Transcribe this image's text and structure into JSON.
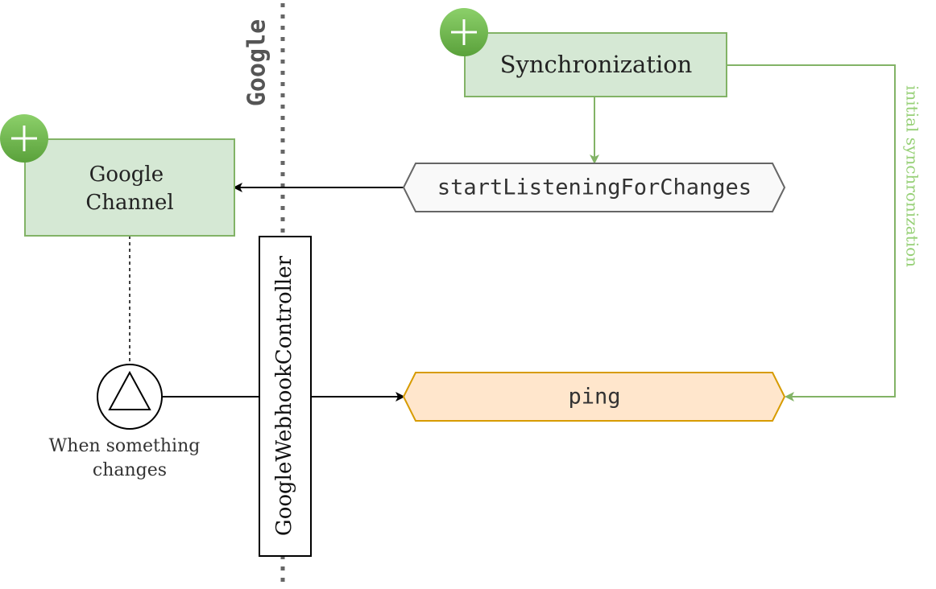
{
  "diagram": {
    "boundary": {
      "label": "Google"
    },
    "nodes": {
      "synchronization": {
        "label": "Synchronization",
        "fill": "#d5e8d4",
        "stroke": "#82b366"
      },
      "google_channel": {
        "label_lines": [
          "Google",
          "Channel"
        ],
        "fill": "#d5e8d4",
        "stroke": "#82b366"
      },
      "start_listening": {
        "label": "startListeningForChanges",
        "fill": "#f5f5f5",
        "stroke": "#666666"
      },
      "ping": {
        "label": "ping",
        "fill": "#ffe6cc",
        "stroke": "#d79b00"
      },
      "webhook_controller": {
        "label": "GoogleWebhookController"
      },
      "trigger": {
        "label_lines": [
          "When something",
          "changes"
        ]
      }
    },
    "edges": {
      "initial_sync": {
        "label": "initial synchronization",
        "color": "#97d077"
      }
    },
    "add_badge": {
      "icon": "plus-icon",
      "fill": "#6ab04c"
    }
  }
}
